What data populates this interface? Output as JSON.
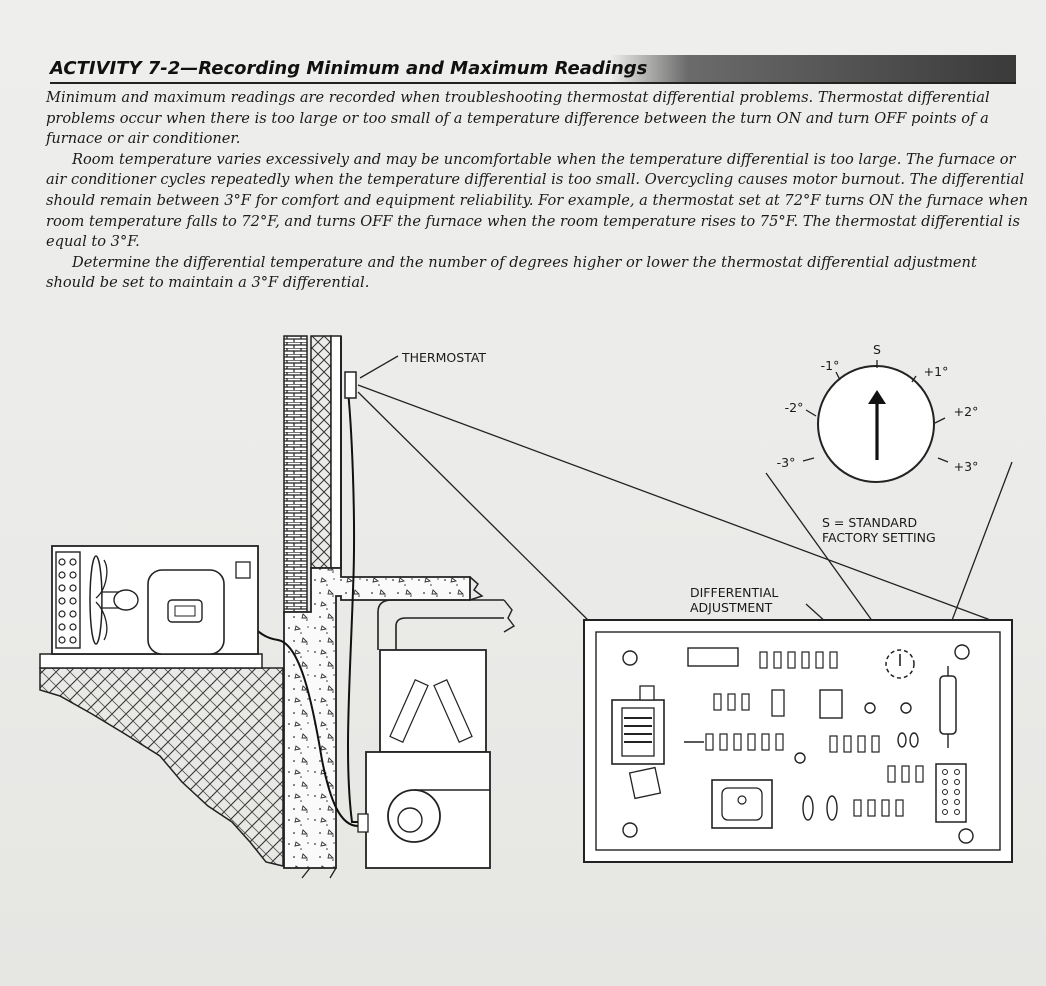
{
  "header": {
    "title": "ACTIVITY 7-2—Recording Minimum and Maximum Readings"
  },
  "paragraphs": [
    "Minimum and maximum readings are recorded when troubleshooting thermostat differential problems. Thermostat differential problems occur when there is too large or too small of a temperature difference between the turn ON and turn OFF points of a furnace or air conditioner.",
    "Room temperature varies excessively and may be uncomfortable when the temperature differential is too large. The furnace or air conditioner cycles repeatedly when the temperature differential is too small. Overcycling causes motor burnout. The differential should remain between 3°F for comfort and equipment reliability. For example, a thermostat set at 72°F turns ON the furnace when room temperature falls to 72°F, and turns OFF the furnace when the room temperature rises to 75°F. The thermostat differential is equal to 3°F.",
    "Determine the differential temperature and the number of degrees higher or lower the thermostat differential adjustment should be set to maintain a 3°F differential."
  ],
  "diagram": {
    "thermostat_label": "THERMOSTAT",
    "differential_label_line1": "DIFFERENTIAL",
    "differential_label_line2": "ADJUSTMENT",
    "dial": {
      "s": "S",
      "m1": "-1°",
      "m2": "-2°",
      "m3": "-3°",
      "p1": "+1°",
      "p2": "+2°",
      "p3": "+3°"
    },
    "standard_line1": "S = STANDARD",
    "standard_line2": "FACTORY SETTING"
  }
}
